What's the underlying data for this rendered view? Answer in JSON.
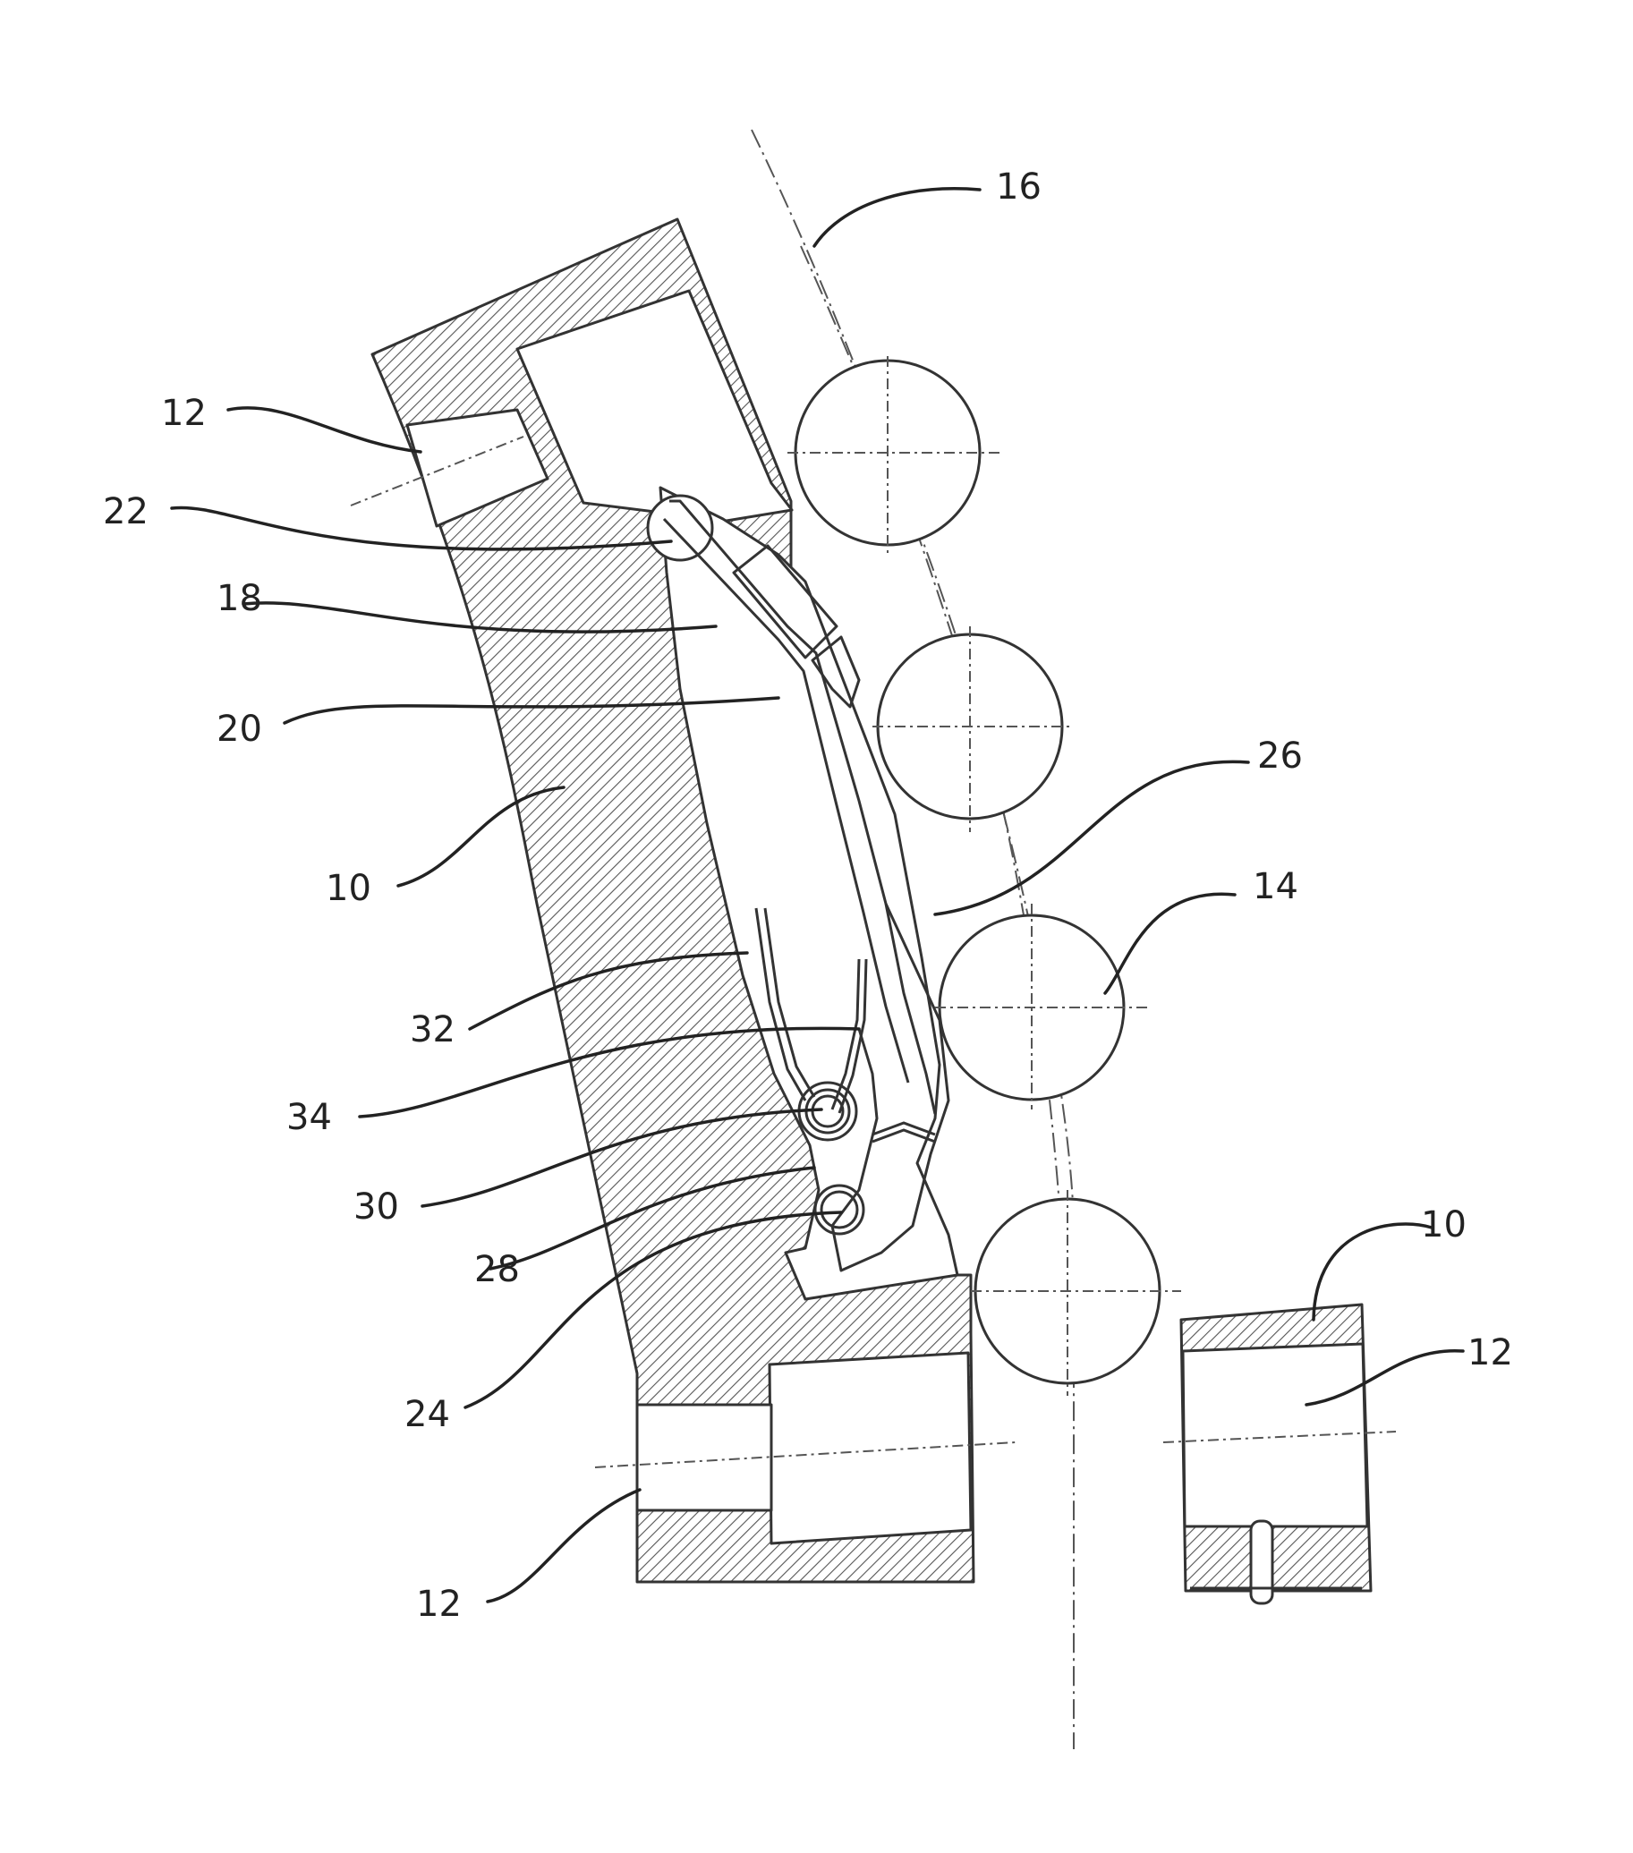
{
  "figure": {
    "callouts": [
      {
        "id": "label-16-top",
        "text": "16"
      },
      {
        "id": "label-12-upper-left",
        "text": "12"
      },
      {
        "id": "label-22",
        "text": "22"
      },
      {
        "id": "label-18",
        "text": "18"
      },
      {
        "id": "label-20",
        "text": "20"
      },
      {
        "id": "label-26",
        "text": "26"
      },
      {
        "id": "label-10-left",
        "text": "10"
      },
      {
        "id": "label-14",
        "text": "14"
      },
      {
        "id": "label-32",
        "text": "32"
      },
      {
        "id": "label-34",
        "text": "34"
      },
      {
        "id": "label-30",
        "text": "30"
      },
      {
        "id": "label-28",
        "text": "28"
      },
      {
        "id": "label-10-right",
        "text": "10"
      },
      {
        "id": "label-12-right",
        "text": "12"
      },
      {
        "id": "label-24",
        "text": "24"
      },
      {
        "id": "label-12-lower-left",
        "text": "12"
      }
    ]
  }
}
